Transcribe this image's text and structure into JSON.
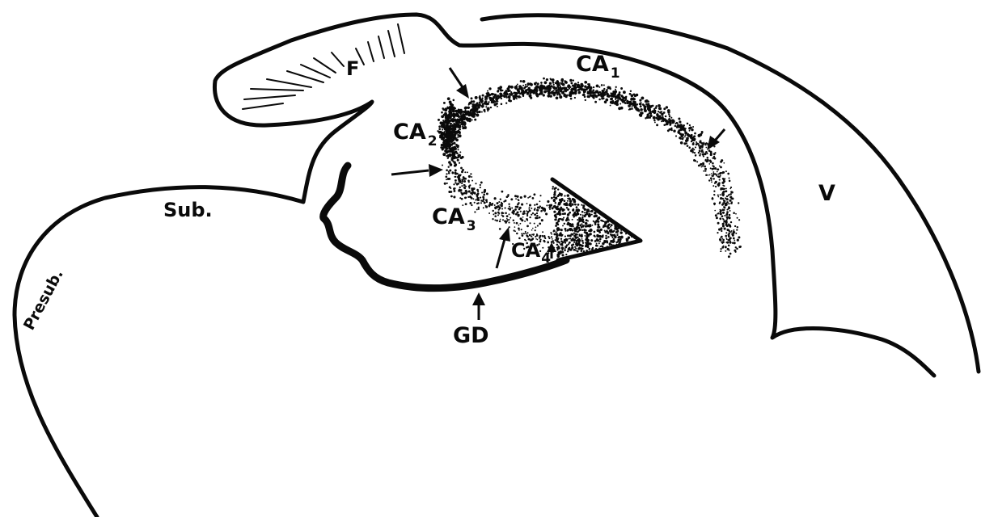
{
  "labels": {
    "fornix": "F",
    "ca1": "CA",
    "ca1_sub": "1",
    "ca2": "CA",
    "ca2_sub": "2",
    "ca3": "CA",
    "ca3_sub": "3",
    "ca4": "CA",
    "ca4_sub": "4",
    "ventricle": "V",
    "subiculum": "Sub.",
    "presubiculum": "Presub.",
    "dentate_gyrus": "GD"
  },
  "colors": {
    "ink": "#0a0a0a",
    "background": "#ffffff"
  }
}
